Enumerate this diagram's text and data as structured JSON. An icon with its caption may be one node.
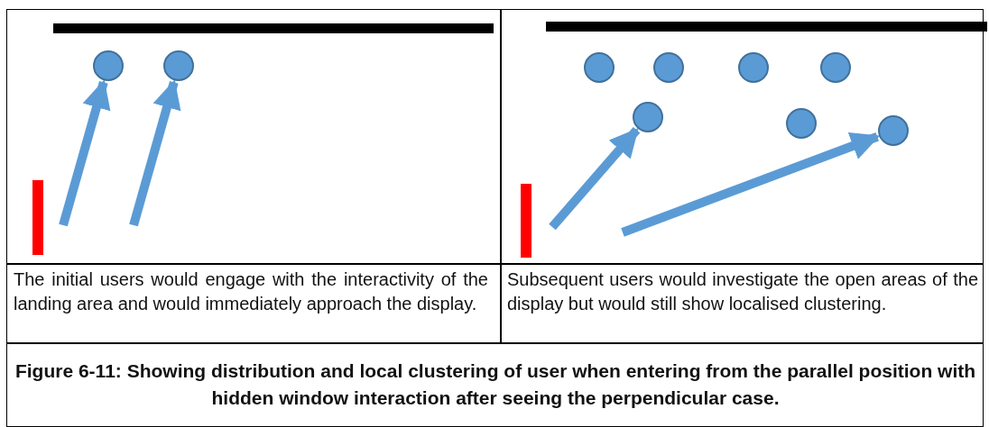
{
  "diagram": {
    "caption": "Figure 6-11: Showing distribution and local clustering of user when entering from the parallel position with hidden window interaction after seeing the perpendicular case.",
    "nodes": [
      {
        "text": [],
        "shape": "circle"
      },
      {
        "text": [],
        "shape": "circle"
      },
      {
        "text": [],
        "shape": "circle"
      },
      {
        "text": [],
        "shape": "circle"
      },
      {
        "text": [],
        "shape": "circle"
      },
      {
        "text": [],
        "shape": "circle"
      },
      {
        "text": [],
        "shape": "circle"
      },
      {
        "text": [],
        "shape": "circle"
      },
      {
        "text": [],
        "shape": "circle"
      }
    ],
    "edges": [
      {
        "from": null,
        "to": 0,
        "arrow": "to"
      },
      {
        "from": null,
        "to": 1,
        "arrow": "to"
      },
      {
        "from": null,
        "to": 6,
        "arrow": "to"
      },
      {
        "from": null,
        "to": 8,
        "arrow": "to"
      }
    ],
    "labels": [
      "The initial users would engage with the interactivity of the landing area and would immediately approach the display.",
      "Subsequent users would investigate the open areas of the display but would still show localised clustering."
    ]
  }
}
